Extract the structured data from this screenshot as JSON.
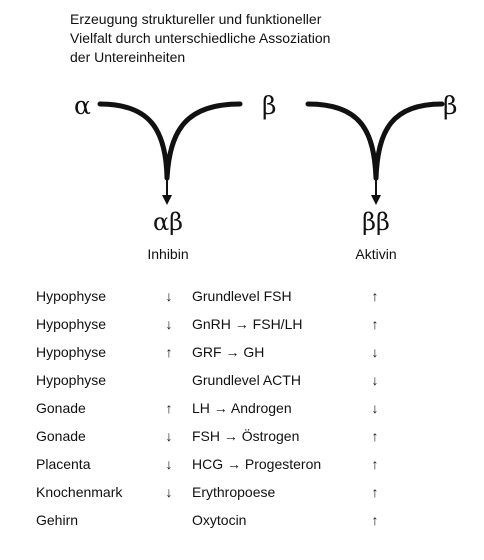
{
  "title_lines": [
    "Erzeugung struktureller und funktioneller",
    "Vielfalt durch unterschiedliche Assoziation",
    "der Untereinheiten"
  ],
  "subunits": {
    "left": "α",
    "middle": "β",
    "right": "β"
  },
  "products": [
    {
      "symbol": "αβ",
      "name": "Inhibin"
    },
    {
      "symbol": "ββ",
      "name": "Aktivin"
    }
  ],
  "effects": [
    {
      "organ": "Hypophyse",
      "inhibin": "↓",
      "hormone": "Grundlevel FSH",
      "aktivin": "↑"
    },
    {
      "organ": "Hypophyse",
      "inhibin": "↓",
      "hormone": "GnRH → FSH/LH",
      "aktivin": "↑"
    },
    {
      "organ": "Hypophyse",
      "inhibin": "↑",
      "hormone": "GRF → GH",
      "aktivin": "↓"
    },
    {
      "organ": "Hypophyse",
      "inhibin": "",
      "hormone": "Grundlevel ACTH",
      "aktivin": "↓"
    },
    {
      "organ": "Gonade",
      "inhibin": "↑",
      "hormone": "LH → Androgen",
      "aktivin": "↓"
    },
    {
      "organ": "Gonade",
      "inhibin": "↓",
      "hormone": "FSH → Östrogen",
      "aktivin": "↑"
    },
    {
      "organ": "Placenta",
      "inhibin": "↓",
      "hormone": "HCG → Progesteron",
      "aktivin": "↑"
    },
    {
      "organ": "Knochenmark",
      "inhibin": "↓",
      "hormone": "Erythropoese",
      "aktivin": "↑"
    },
    {
      "organ": "Gehirn",
      "inhibin": "",
      "hormone": "Oxytocin",
      "aktivin": "↑"
    }
  ]
}
